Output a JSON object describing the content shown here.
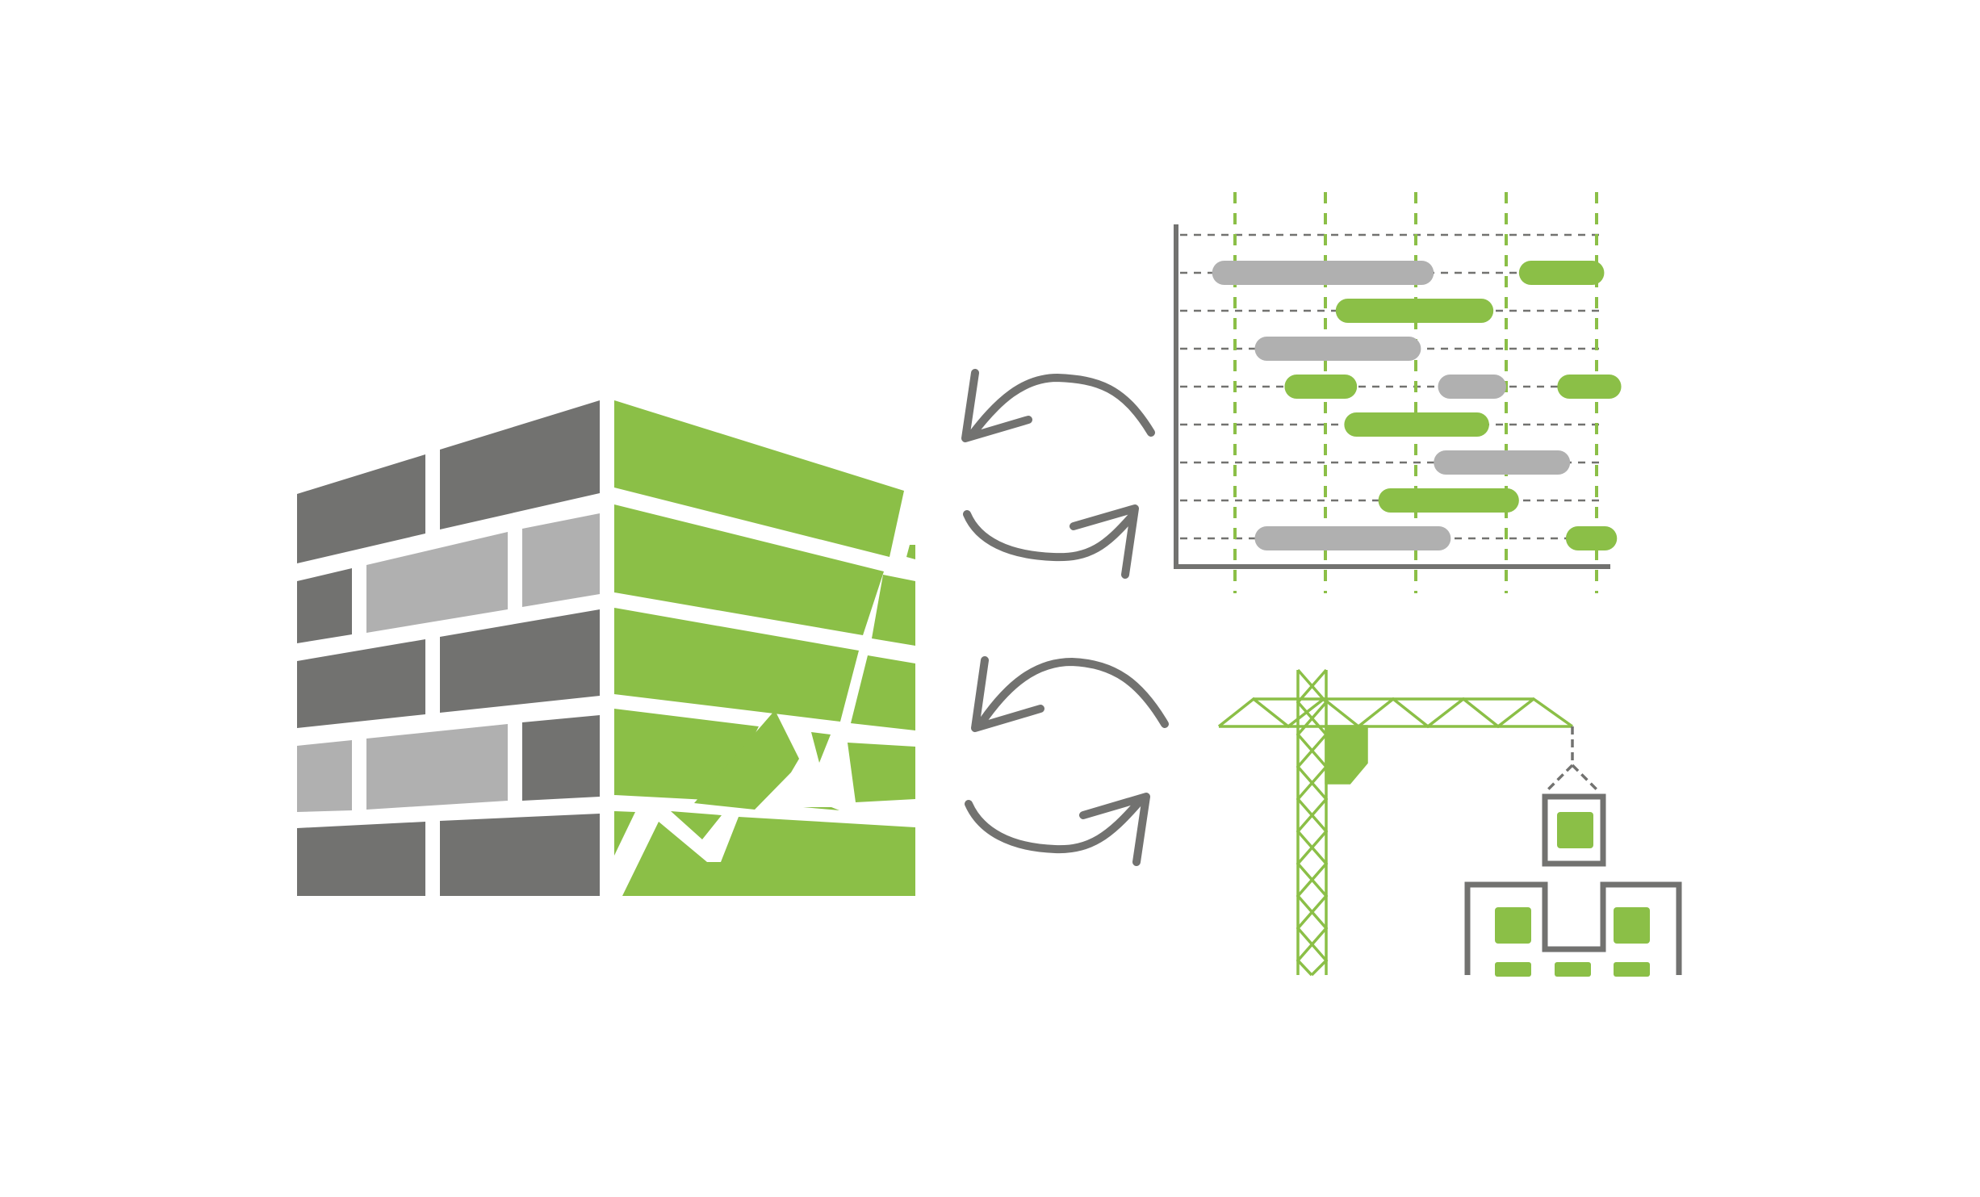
{
  "colors": {
    "dark_gray": "#727270",
    "light_gray": "#b0b0b0",
    "green": "#8bbf47",
    "white": "#ffffff",
    "background": "#ffffff"
  },
  "icons": {
    "building": "brick-building-with-chart-icon",
    "sync": "sync-arrows-icon",
    "schedule": "gantt-schedule-icon",
    "crane": "tower-crane-icon",
    "modules": "stacked-modules-icon"
  },
  "gantt": {
    "rows": 8,
    "columns": 5,
    "bars": [
      {
        "row": 0,
        "start": 0.06,
        "end": 0.58,
        "color": "gray"
      },
      {
        "row": 0,
        "start": 0.78,
        "end": 0.98,
        "color": "green"
      },
      {
        "row": 1,
        "start": 0.35,
        "end": 0.72,
        "color": "green"
      },
      {
        "row": 2,
        "start": 0.16,
        "end": 0.55,
        "color": "gray"
      },
      {
        "row": 3,
        "start": 0.23,
        "end": 0.4,
        "color": "green"
      },
      {
        "row": 3,
        "start": 0.59,
        "end": 0.75,
        "color": "gray"
      },
      {
        "row": 3,
        "start": 0.87,
        "end": 1.02,
        "color": "green"
      },
      {
        "row": 4,
        "start": 0.37,
        "end": 0.71,
        "color": "green"
      },
      {
        "row": 5,
        "start": 0.58,
        "end": 0.9,
        "color": "gray"
      },
      {
        "row": 6,
        "start": 0.45,
        "end": 0.78,
        "color": "green"
      },
      {
        "row": 7,
        "start": 0.16,
        "end": 0.62,
        "color": "gray"
      },
      {
        "row": 7,
        "start": 0.89,
        "end": 1.01,
        "color": "green"
      }
    ]
  }
}
